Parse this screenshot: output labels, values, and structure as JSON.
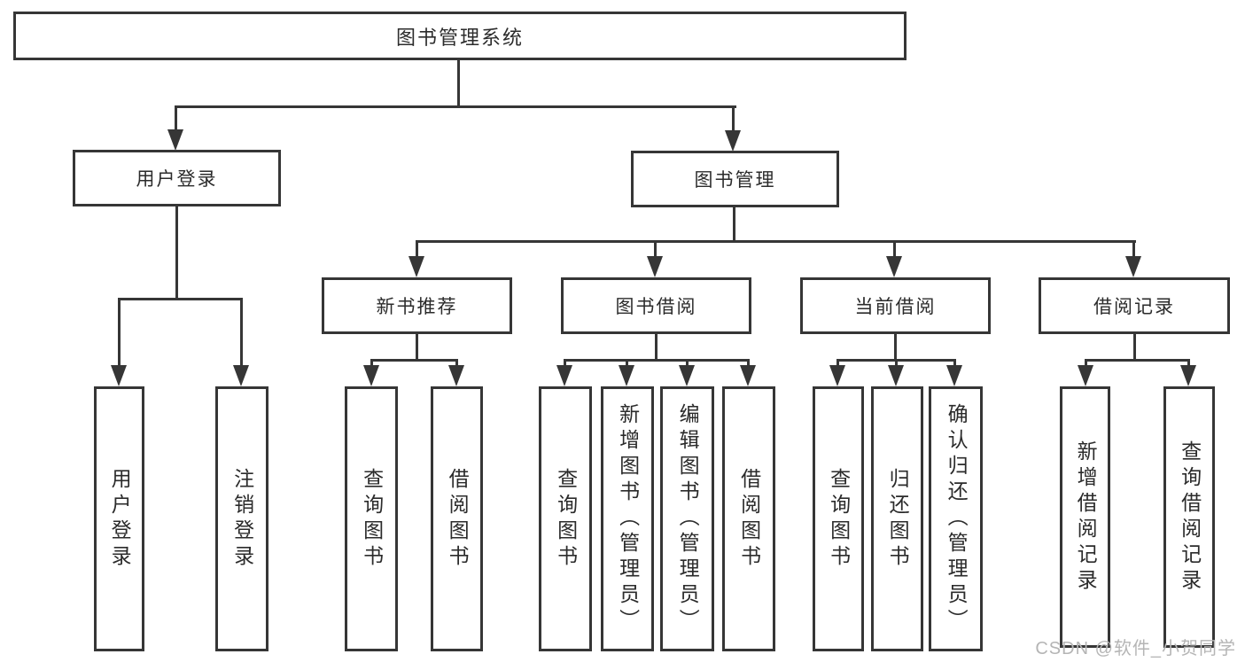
{
  "root": {
    "label": "图书管理系统"
  },
  "branches": {
    "user_login": {
      "label": "用户登录"
    },
    "book_mgmt": {
      "label": "图书管理"
    }
  },
  "sections": {
    "new_book": {
      "label": "新书推荐"
    },
    "borrow": {
      "label": "图书借阅"
    },
    "current": {
      "label": "当前借阅"
    },
    "records": {
      "label": "借阅记录"
    }
  },
  "leaves": {
    "login": "用户登录",
    "logout": "注销登录",
    "new_book_query": "查询图书",
    "new_book_borrow": "借阅图书",
    "borrow_query": "查询图书",
    "borrow_add": "新增图书（管理员）",
    "borrow_edit": "编辑图书（管理员）",
    "borrow_lend": "借阅图书",
    "current_query": "查询图书",
    "current_return": "归还图书",
    "current_confirm": "确认归还（管理员）",
    "records_add": "新增借阅记录",
    "records_query": "查询借阅记录"
  },
  "watermark": "CSDN @软件_小贺同学",
  "colors": {
    "line": "#363636",
    "text": "#2b2b2b",
    "watermark": "#b5b5b5"
  }
}
